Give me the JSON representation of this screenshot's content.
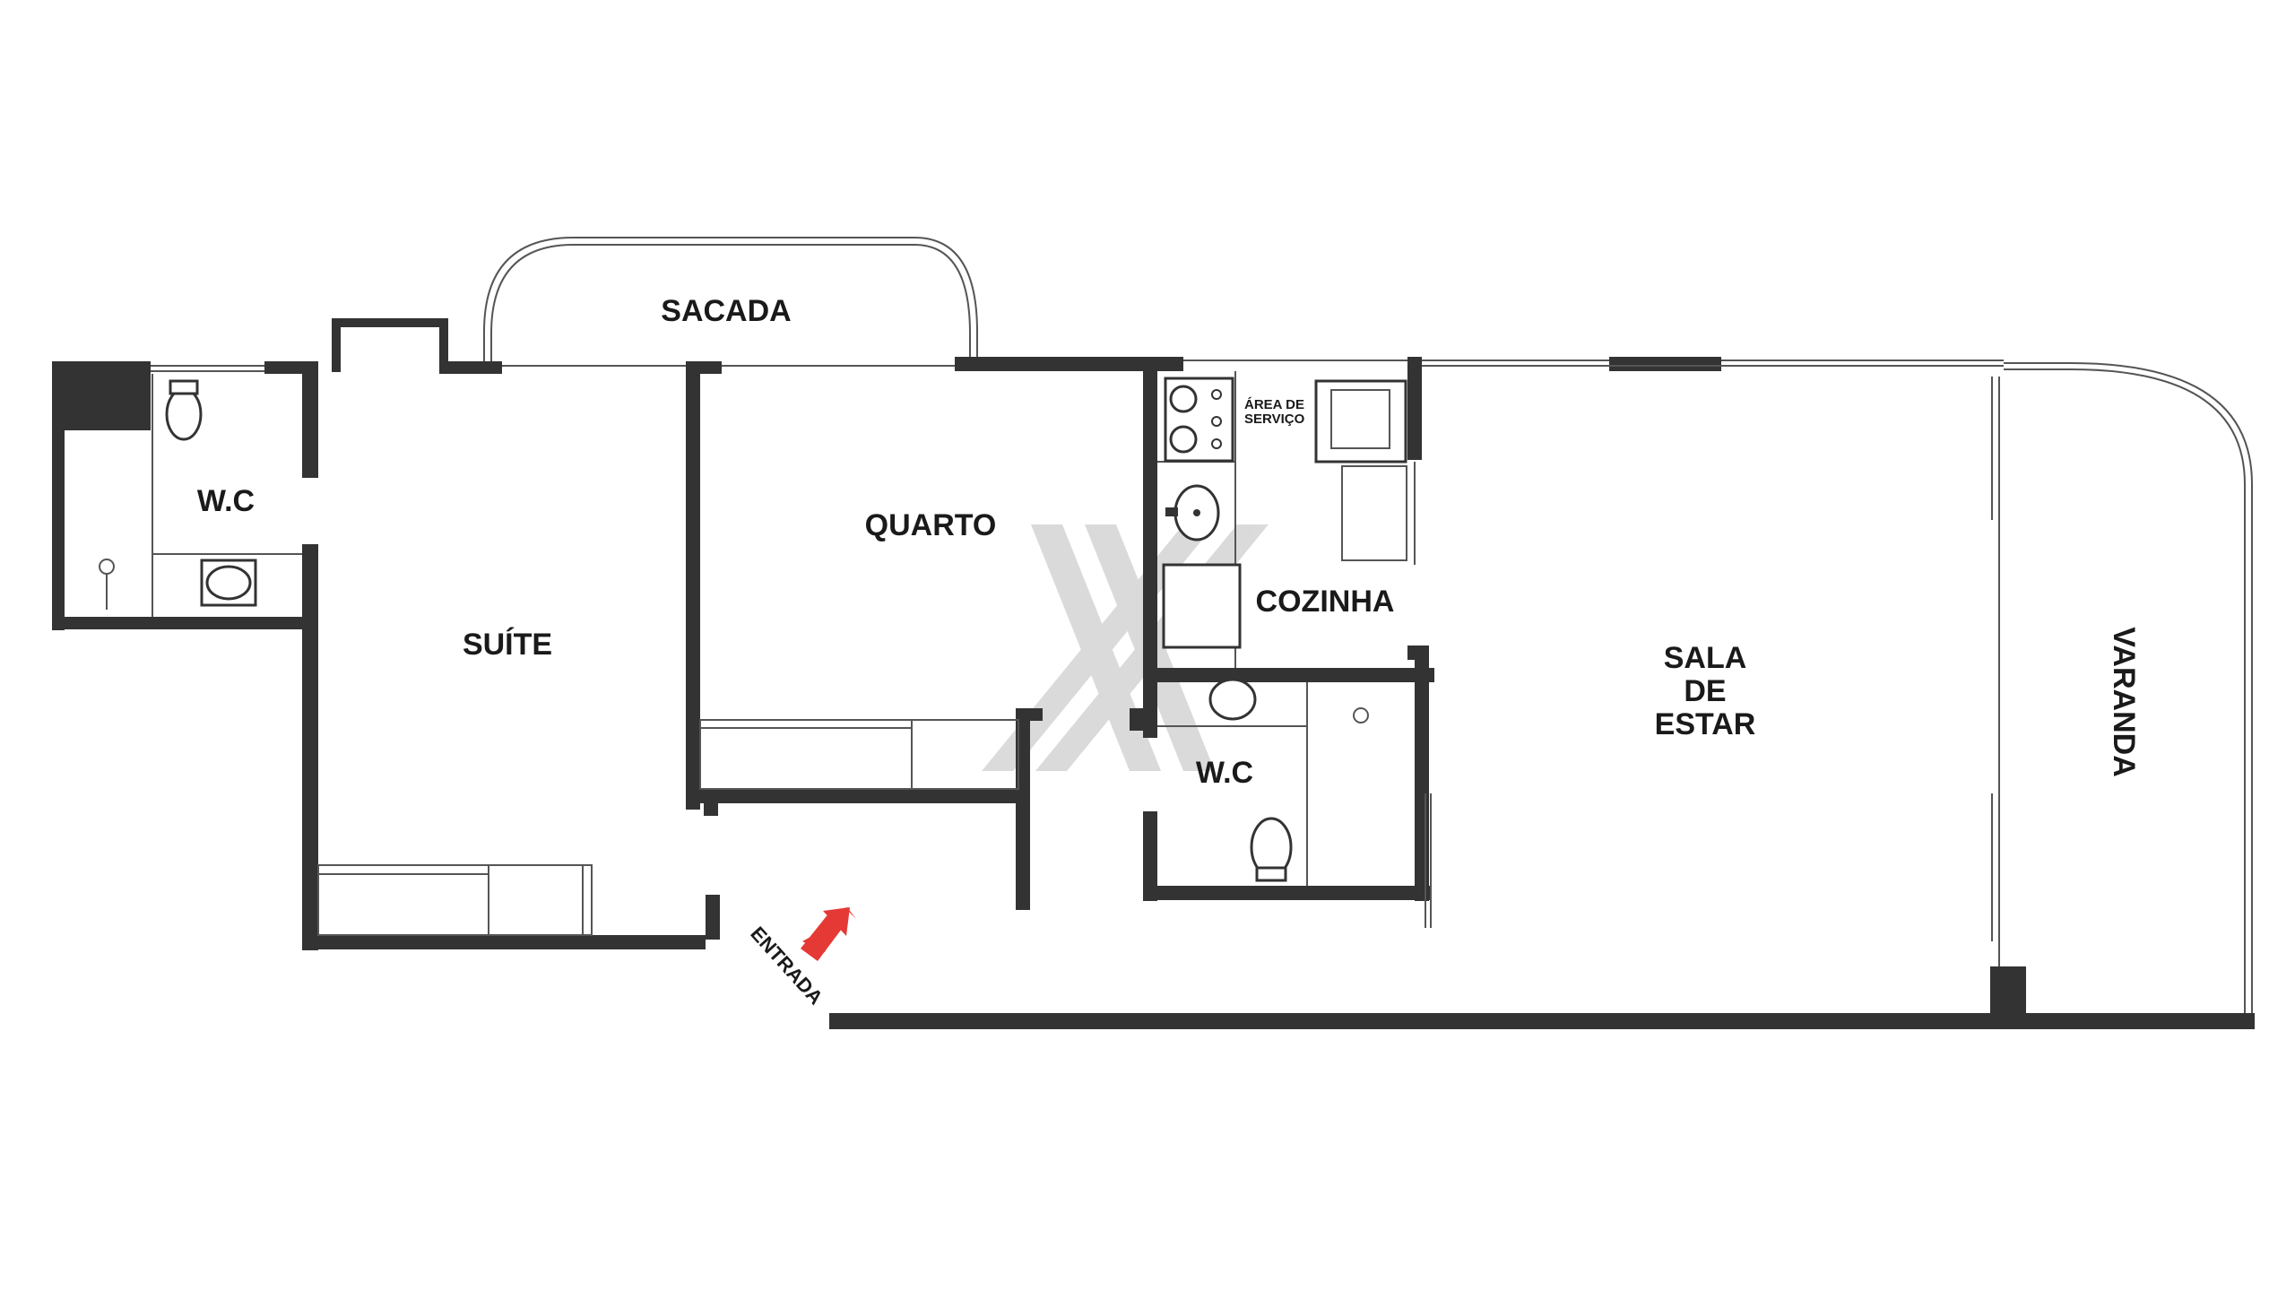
{
  "rooms": {
    "sacada": "SACADA",
    "wc_left": "W.C",
    "suite": "SUÍTE",
    "quarto": "QUARTO",
    "area_servico_line1": "ÁREA DE",
    "area_servico_line2": "SERVIÇO",
    "cozinha": "COZINHA",
    "wc_center": "W.C",
    "sala_line1": "SALA",
    "sala_line2": "DE",
    "sala_line3": "ESTAR",
    "varanda": "VARANDA",
    "entrada": "ENTRADA"
  },
  "colors": {
    "wall": "#333333",
    "entrance_arrow": "#e53935",
    "watermark": "#bdbdbd"
  },
  "icons": {
    "entrance": "arrow-up-right-icon",
    "watermark": "x-logo-icon"
  }
}
